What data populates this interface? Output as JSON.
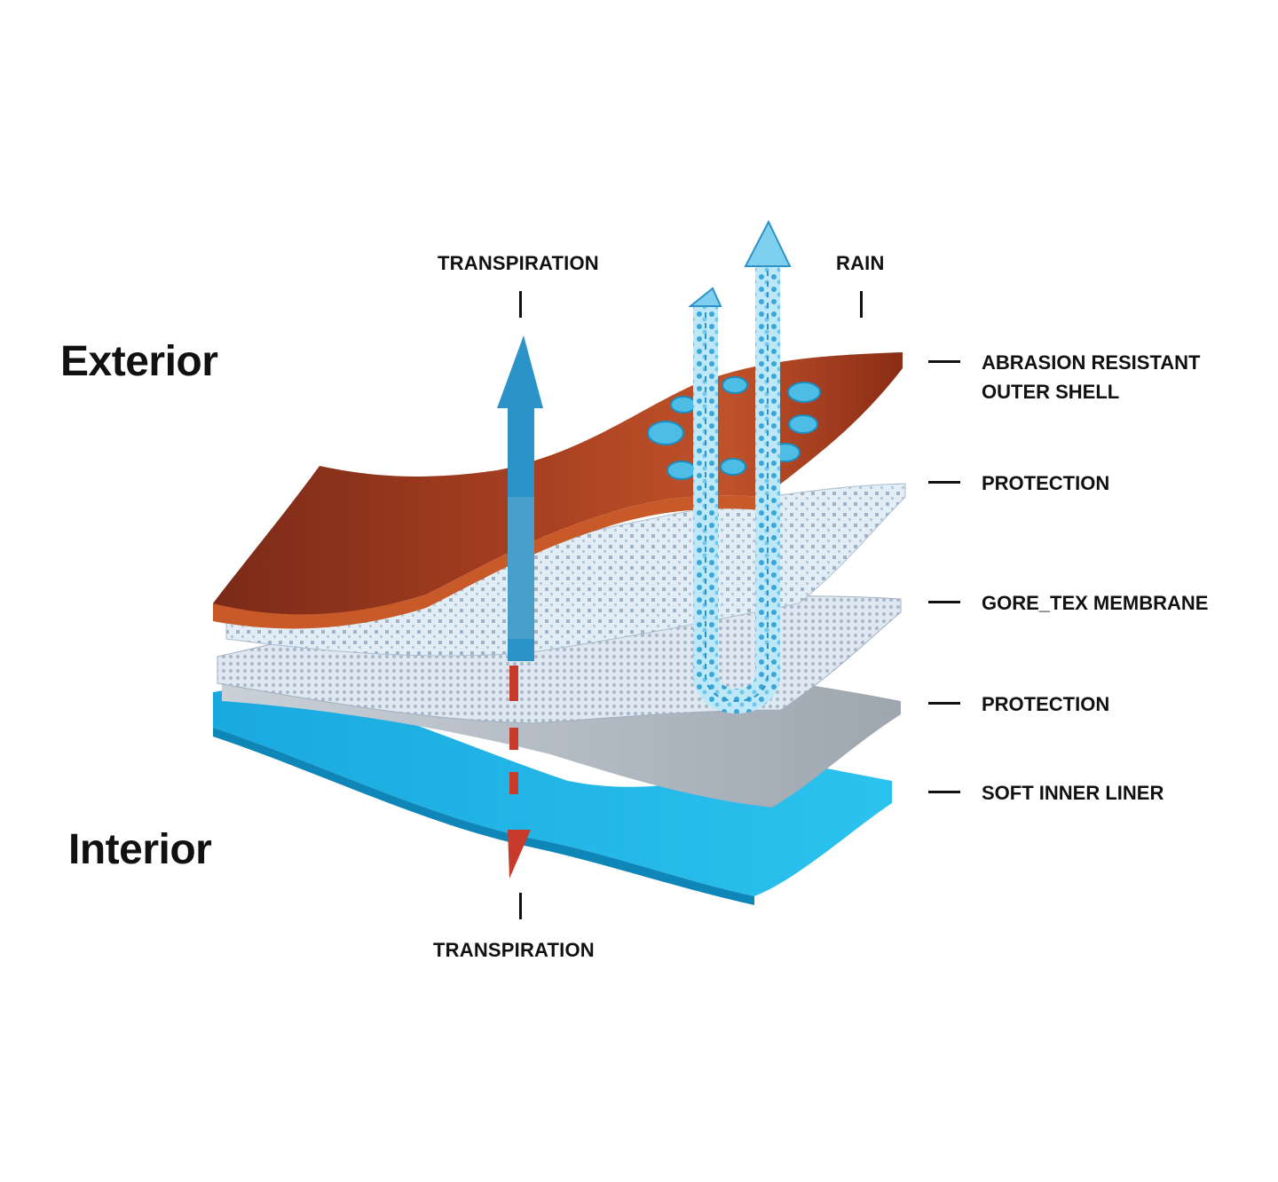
{
  "sides": {
    "exterior": "Exterior",
    "interior": "Interior"
  },
  "flows": {
    "top_transpiration": "TRANSPIRATION",
    "bottom_transpiration": "TRANSPIRATION",
    "rain": "RAIN"
  },
  "layers": [
    {
      "line1": "ABRASION RESISTANT",
      "line2": "OUTER SHELL"
    },
    {
      "line1": "PROTECTION"
    },
    {
      "line1": "GORE_TEX MEMBRANE"
    },
    {
      "line1": "PROTECTION"
    },
    {
      "line1": "SOFT INNER LINER"
    }
  ],
  "colors": {
    "outer_shell": "#9a3a1e",
    "protection": "#d6e3ee",
    "membrane": "#c8d4e0",
    "protection_grey": "#aeb5be",
    "inner_liner": "#1aaee0",
    "vapor_arrow": "#2b93c8",
    "rain_arrow": "#7fd0ee",
    "heat_red": "#c83a2a"
  }
}
